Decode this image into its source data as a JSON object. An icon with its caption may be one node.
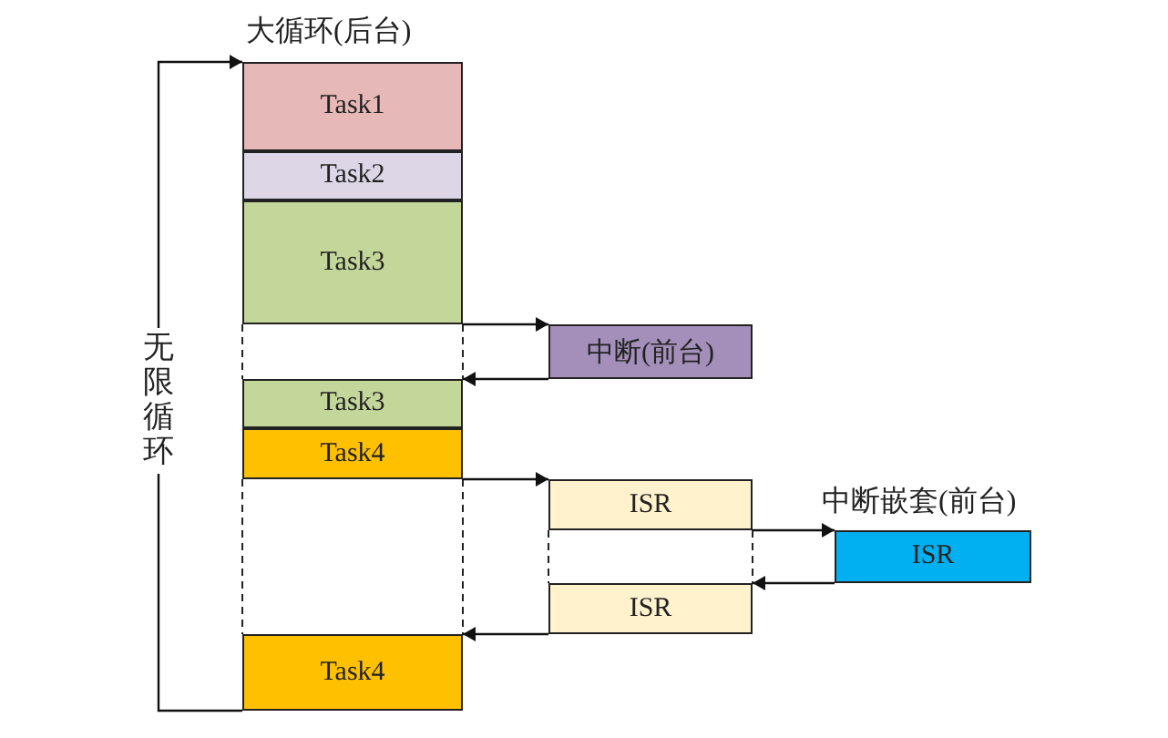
{
  "diagram": {
    "nodes": [
      {
        "text": [
          "Task1"
        ]
      },
      {
        "text": [
          "Task2"
        ]
      },
      {
        "text": [
          "Task3"
        ]
      },
      {
        "text": [
          "中断(前台)"
        ]
      },
      {
        "text": [
          "Task3"
        ]
      },
      {
        "text": [
          "Task4"
        ]
      },
      {
        "text": [
          "ISR"
        ]
      },
      {
        "text": [
          "中断嵌套(前台)",
          "ISR"
        ]
      },
      {
        "text": [
          "ISR"
        ]
      },
      {
        "text": [
          "Task4"
        ]
      }
    ],
    "edges": [
      {
        "from": 2,
        "to": 3,
        "arrow": "to"
      },
      {
        "from": 3,
        "to": 4,
        "arrow": "to"
      },
      {
        "from": 5,
        "to": 6,
        "arrow": "to"
      },
      {
        "from": 6,
        "to": 7,
        "arrow": "to"
      },
      {
        "from": 7,
        "to": 8,
        "arrow": "to"
      },
      {
        "from": 8,
        "to": 9,
        "arrow": "to"
      },
      {
        "from": 9,
        "to": 0,
        "arrow": "to",
        "label": "无限循环"
      }
    ],
    "labels": [
      "大循环(后台)"
    ]
  }
}
